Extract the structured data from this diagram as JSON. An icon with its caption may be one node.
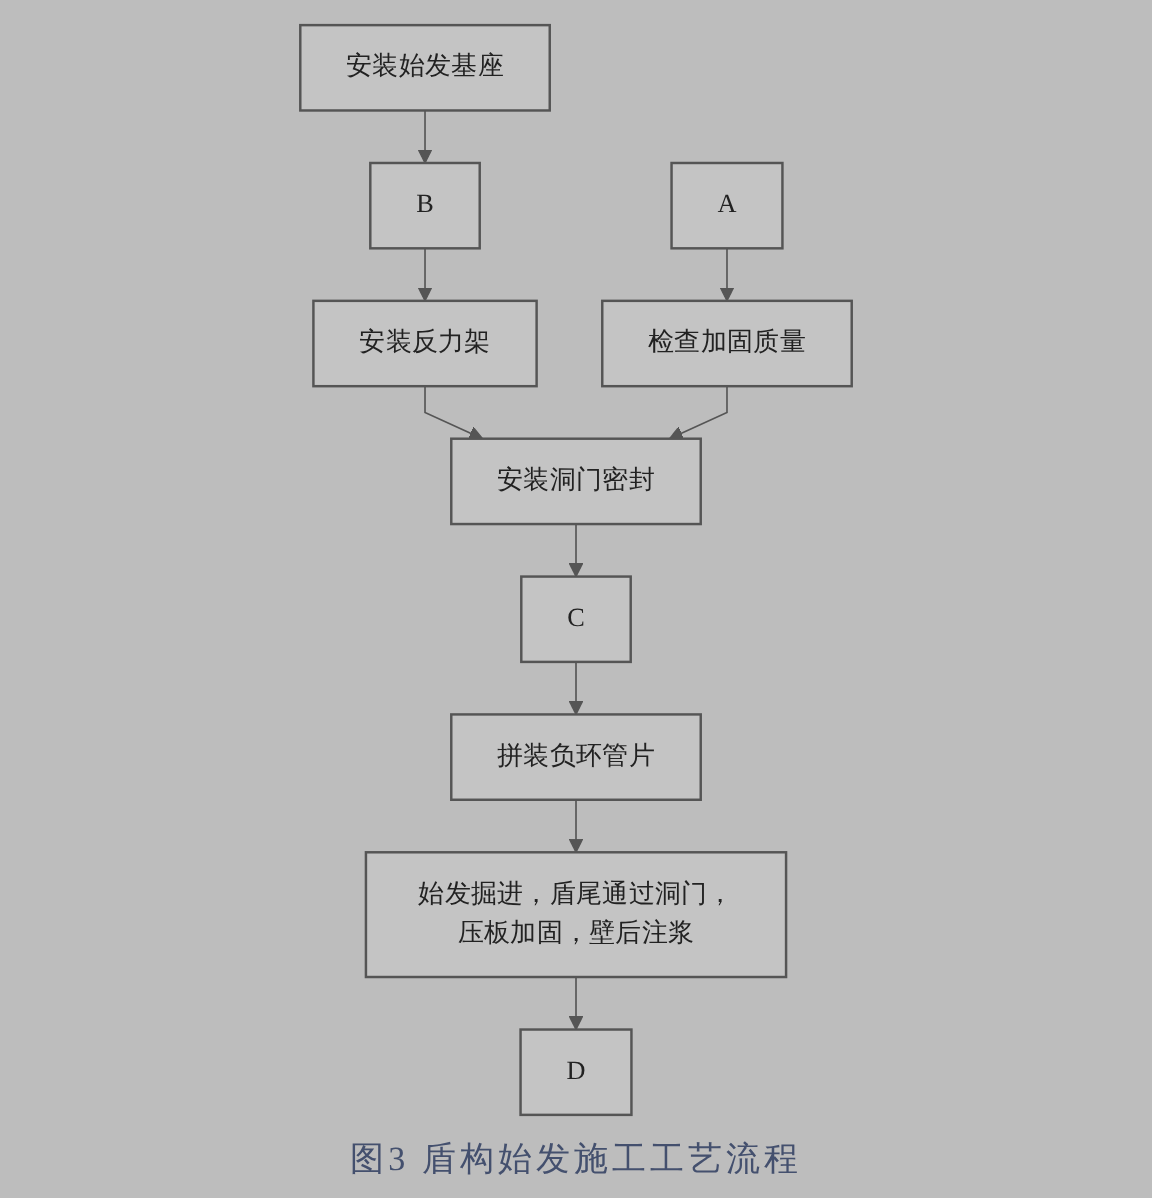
{
  "diagram": {
    "caption": "图3 盾构始发施工工艺流程",
    "nodes": [
      {
        "text": [
          "安装始发基座"
        ]
      },
      {
        "text": [
          "A"
        ]
      },
      {
        "text": [
          "B"
        ]
      },
      {
        "text": [
          "检查加固质量"
        ]
      },
      {
        "text": [
          "安装反力架"
        ]
      },
      {
        "text": [
          "安装洞门密封"
        ]
      },
      {
        "text": [
          "C"
        ]
      },
      {
        "text": [
          "拼装负环管片"
        ]
      },
      {
        "text": [
          "始发掘进，盾尾通过洞门，压板加固，壁后注浆"
        ]
      },
      {
        "text": [
          "D"
        ]
      }
    ],
    "edges": [
      {
        "from": 0,
        "to": 2,
        "arrow": "to"
      },
      {
        "from": 1,
        "to": 3,
        "arrow": "to"
      },
      {
        "from": 2,
        "to": 4,
        "arrow": "to"
      },
      {
        "from": 4,
        "to": 5,
        "arrow": "to"
      },
      {
        "from": 3,
        "to": 5,
        "arrow": "to"
      },
      {
        "from": 5,
        "to": 6,
        "arrow": "to"
      },
      {
        "from": 6,
        "to": 7,
        "arrow": "to"
      },
      {
        "from": 7,
        "to": 8,
        "arrow": "to"
      },
      {
        "from": 8,
        "to": 9,
        "arrow": "to"
      }
    ]
  }
}
